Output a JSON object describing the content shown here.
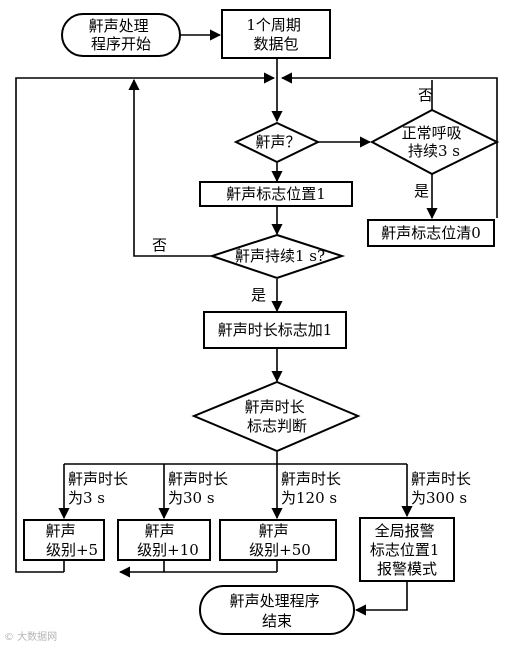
{
  "nodes": {
    "start": [
      "鼾声处理",
      "程序开始"
    ],
    "packet": [
      "1个周期",
      "数据包"
    ],
    "snore_check": [
      "鼾声？"
    ],
    "normal_breath": [
      "正常呼吸",
      "持续3 s"
    ],
    "flag_set": [
      "鼾声标志位置1"
    ],
    "flag_clear": [
      "鼾声标志位清0"
    ],
    "snore_1s": [
      "鼾声持续1 s?"
    ],
    "duration_inc": [
      "鼾声时长标志加1"
    ],
    "duration_judge": [
      "鼾声时长",
      "标志判断"
    ],
    "level5": [
      "鼾声",
      "级别+5"
    ],
    "level10": [
      "鼾声",
      "级别+10"
    ],
    "level50": [
      "鼾声",
      "级别+50"
    ],
    "alarm": [
      "全局报警",
      "标志位置1",
      "报警模式"
    ],
    "end": [
      "鼾声处理程序",
      "结束"
    ]
  },
  "labels": {
    "no_top": "否",
    "yes_mid": "是",
    "no_left": "否",
    "yes_low": "是",
    "dur3": [
      "鼾声时长",
      "为3 s"
    ],
    "dur30": [
      "鼾声时长",
      "为30 s"
    ],
    "dur120": [
      "鼾声时长",
      "为120 s"
    ],
    "dur300": [
      "鼾声时长",
      "为300 s"
    ]
  },
  "watermark": "© 大数据网"
}
